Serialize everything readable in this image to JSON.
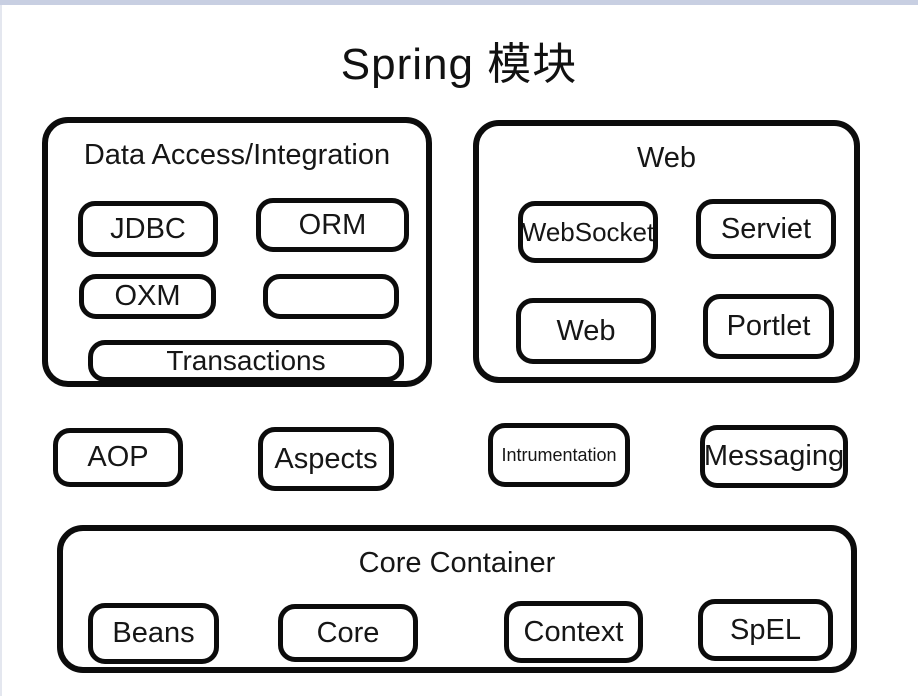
{
  "page": {
    "title": "Spring 模块",
    "background_color": "#ffffff",
    "top_bar_color": "#c8cfe2",
    "line_color": "#0c0c0c"
  },
  "groups": {
    "data_access": {
      "title": "Data Access/Integration",
      "items": [
        {
          "label": "JDBC"
        },
        {
          "label": "ORM"
        },
        {
          "label": "OXM"
        },
        {
          "label": ""
        },
        {
          "label": "Transactions"
        }
      ]
    },
    "web": {
      "title": "Web",
      "items": [
        {
          "label": "WebSocket"
        },
        {
          "label": "Serviet"
        },
        {
          "label": "Web"
        },
        {
          "label": "Portlet"
        }
      ]
    },
    "middle": {
      "items": [
        {
          "label": "AOP"
        },
        {
          "label": "Aspects"
        },
        {
          "label": "Intrumentation"
        },
        {
          "label": "Messaging"
        }
      ]
    },
    "core": {
      "title": "Core Container",
      "items": [
        {
          "label": "Beans"
        },
        {
          "label": "Core"
        },
        {
          "label": "Context"
        },
        {
          "label": "SpEL"
        }
      ]
    }
  }
}
